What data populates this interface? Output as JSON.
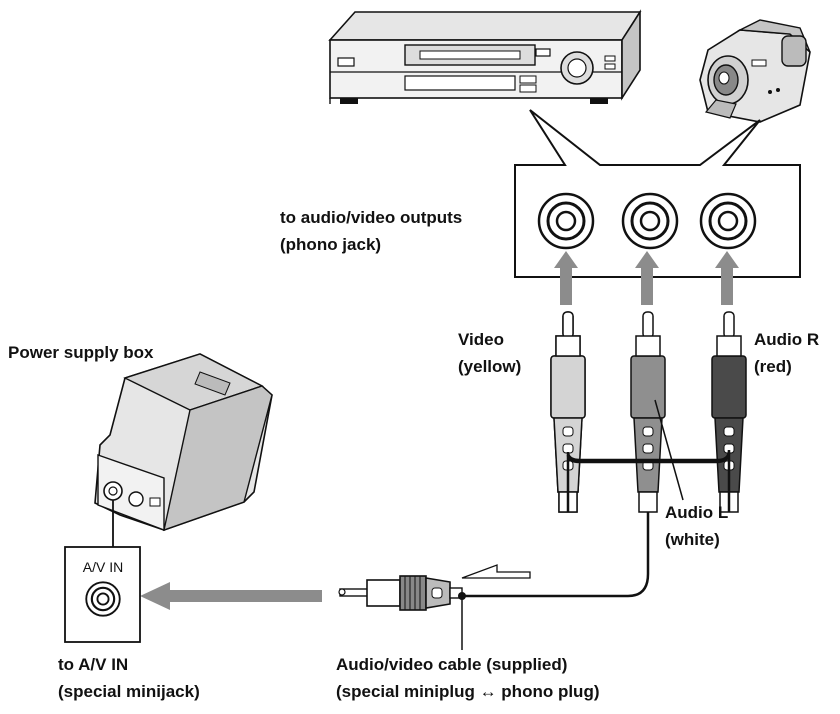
{
  "labels": {
    "outputs_line1": "to audio/video outputs",
    "outputs_line2": "(phono jack)",
    "power_supply": "Power supply box",
    "video_line1": "Video",
    "video_line2": "(yellow)",
    "audio_r_line1": "Audio R",
    "audio_r_line2": "(red)",
    "audio_l_line1": "Audio L",
    "audio_l_line2": "(white)",
    "av_in_panel": "A/V IN",
    "to_av_in_line1": "to A/V IN",
    "to_av_in_line2": "(special minijack)",
    "cable_line1": "Audio/video cable (supplied)",
    "cable_line2": "(special miniplug ↔ phono plug)"
  },
  "icons": [
    "vcr-icon",
    "camcorder-icon",
    "power-supply-box-icon",
    "phono-jack-icon",
    "phono-plug-icon",
    "miniplug-icon",
    "arrow-icon"
  ],
  "colors": {
    "line": "#111111",
    "arrow": "#8c8c8c",
    "plug_video": "#d4d4d4",
    "plug_audio_l": "#8f8f8f",
    "plug_audio_r": "#4a4a4a",
    "device_body": "#e6e6e6",
    "device_shade": "#c4c4c4"
  }
}
